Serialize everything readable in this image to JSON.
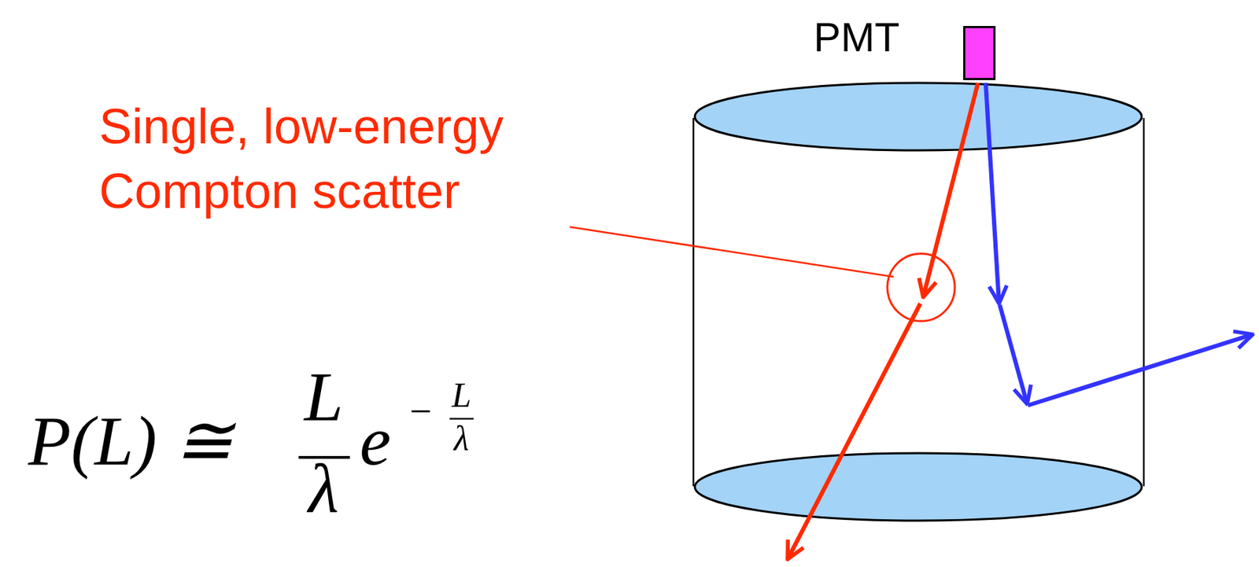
{
  "diagram": {
    "nodes": [
      {
        "text": [
          "PMT"
        ]
      }
    ],
    "labels": [
      "Single, low-energy Compton scatter",
      "P(L) ≅",
      "L",
      "λ",
      "e",
      "−",
      "L",
      "λ"
    ]
  }
}
